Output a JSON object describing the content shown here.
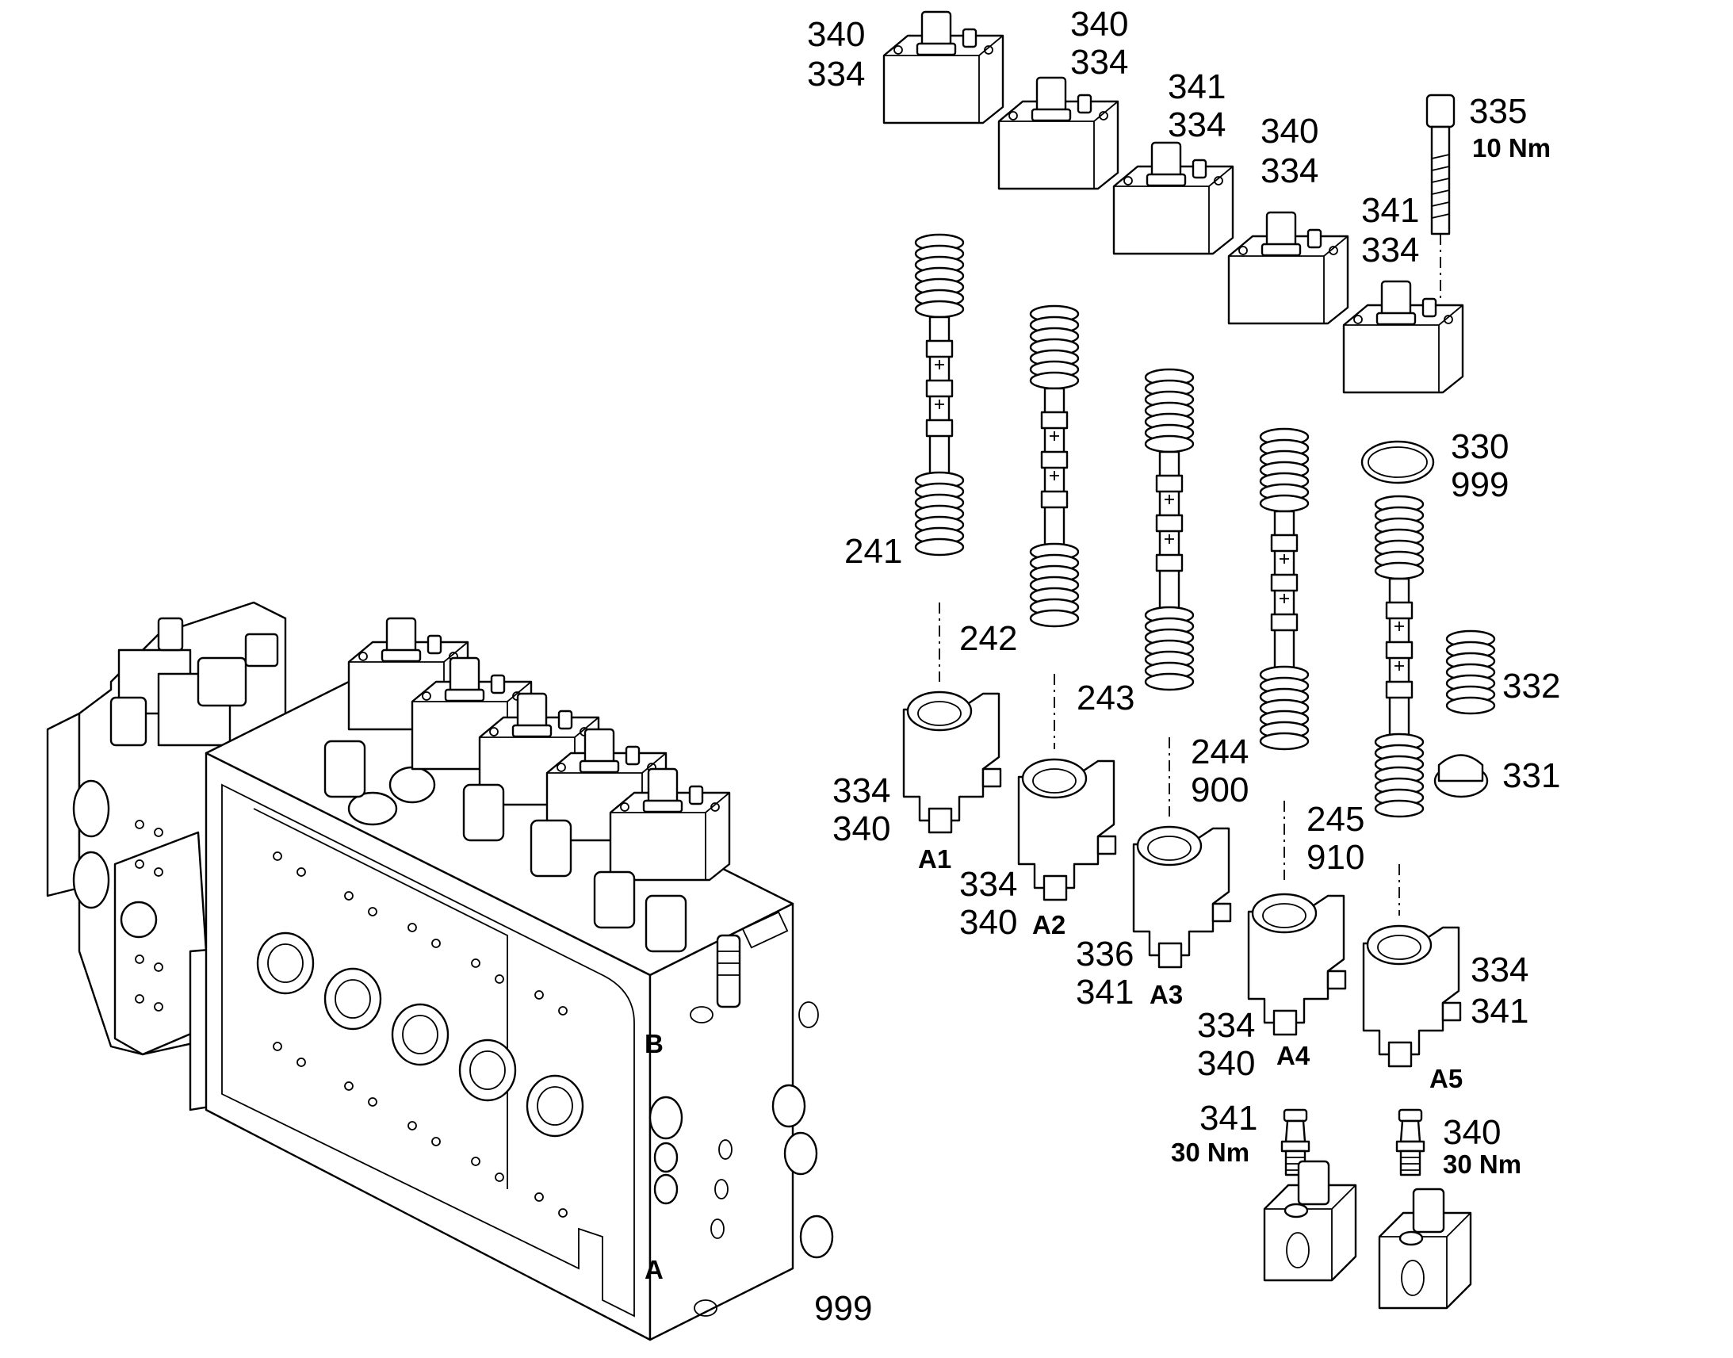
{
  "diagram": {
    "callouts": [
      {
        "id": "c1",
        "text": "340"
      },
      {
        "id": "c2",
        "text": "334"
      },
      {
        "id": "c3",
        "text": "340"
      },
      {
        "id": "c4",
        "text": "334"
      },
      {
        "id": "c5",
        "text": "341"
      },
      {
        "id": "c6",
        "text": "334"
      },
      {
        "id": "c7",
        "text": "340"
      },
      {
        "id": "c8",
        "text": "334"
      },
      {
        "id": "c9",
        "text": "341"
      },
      {
        "id": "c10",
        "text": "334"
      },
      {
        "id": "c11",
        "text": "335"
      },
      {
        "id": "c12",
        "text": "10 Nm"
      },
      {
        "id": "c13",
        "text": "330"
      },
      {
        "id": "c14",
        "text": "999"
      },
      {
        "id": "c15",
        "text": "241"
      },
      {
        "id": "c16",
        "text": "242"
      },
      {
        "id": "c17",
        "text": "243"
      },
      {
        "id": "c18",
        "text": "244"
      },
      {
        "id": "c19",
        "text": "900"
      },
      {
        "id": "c20",
        "text": "245"
      },
      {
        "id": "c21",
        "text": "910"
      },
      {
        "id": "c22",
        "text": "332"
      },
      {
        "id": "c23",
        "text": "331"
      },
      {
        "id": "c24",
        "text": "334"
      },
      {
        "id": "c25",
        "text": "340"
      },
      {
        "id": "c26",
        "text": "A1"
      },
      {
        "id": "c27",
        "text": "334"
      },
      {
        "id": "c28",
        "text": "340"
      },
      {
        "id": "c29",
        "text": "A2"
      },
      {
        "id": "c30",
        "text": "336"
      },
      {
        "id": "c31",
        "text": "341"
      },
      {
        "id": "c32",
        "text": "A3"
      },
      {
        "id": "c33",
        "text": "334"
      },
      {
        "id": "c34",
        "text": "340"
      },
      {
        "id": "c35",
        "text": "A4"
      },
      {
        "id": "c36",
        "text": "334"
      },
      {
        "id": "c37",
        "text": "341"
      },
      {
        "id": "c38",
        "text": "A5"
      },
      {
        "id": "c39",
        "text": "341"
      },
      {
        "id": "c40",
        "text": "30 Nm"
      },
      {
        "id": "c41",
        "text": "340"
      },
      {
        "id": "c42",
        "text": "30 Nm"
      },
      {
        "id": "c43",
        "text": "999"
      },
      {
        "id": "c44",
        "text": "B"
      },
      {
        "id": "c45",
        "text": "A"
      }
    ]
  }
}
